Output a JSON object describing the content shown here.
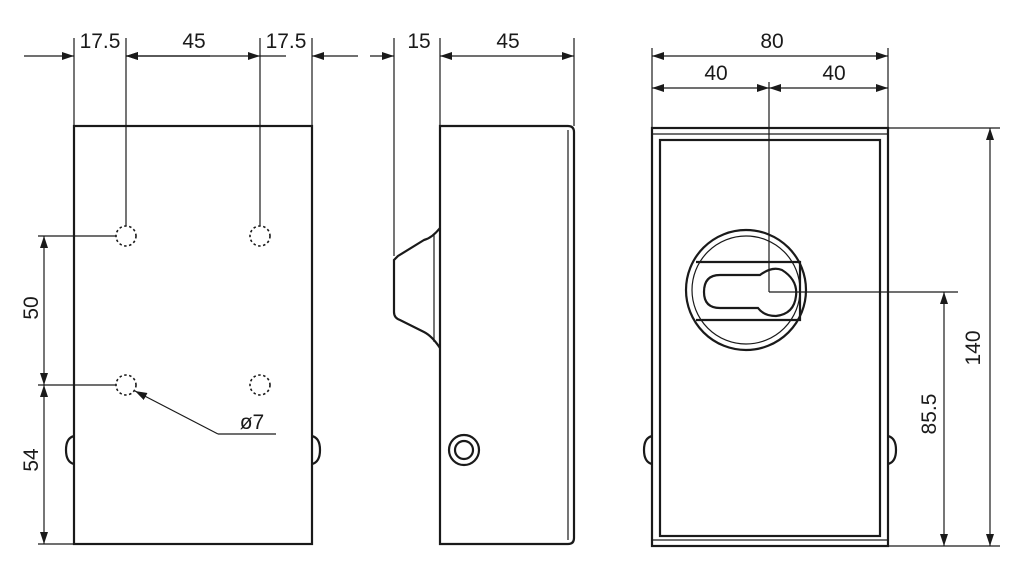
{
  "front_view": {
    "dim_left_edge": "17.5",
    "dim_center": "45",
    "dim_right_edge": "17.5",
    "dim_hole_spacing": "50",
    "dim_bottom": "54",
    "hole_diameter": "ø7"
  },
  "side_view": {
    "dim_flange": "15",
    "dim_depth": "45"
  },
  "rear_view": {
    "dim_total_width": "80",
    "dim_left_half": "40",
    "dim_right_half": "40",
    "dim_height": "140",
    "dim_cylinder_height": "85.5"
  }
}
